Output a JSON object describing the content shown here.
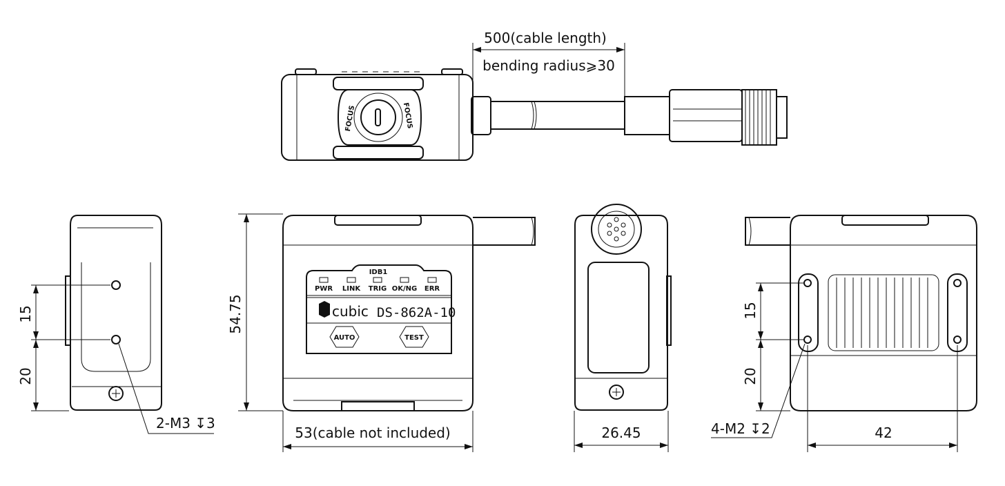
{
  "dimensions": {
    "cable_length": "500(cable length)",
    "bending_radius": "bending radius⩾30",
    "side_spacing_a": "15",
    "side_spacing_b": "20",
    "height": "54.75",
    "width": "53(cable not included)",
    "depth": "26.45",
    "hole_spacing": "42",
    "right_spacing_a": "15",
    "right_spacing_b": "20",
    "left_holes": "2-M3 ↧3",
    "right_holes": "4-M2 ↧2"
  },
  "panel": {
    "model_tag": "IDB1",
    "leds": [
      "PWR",
      "LINK",
      "TRIG",
      "OK/NG",
      "ERR"
    ],
    "brand": "cubic",
    "model": "DS-862A-10",
    "buttons": [
      "AUTO",
      "TEST"
    ],
    "focus_label": "FOCUS"
  }
}
